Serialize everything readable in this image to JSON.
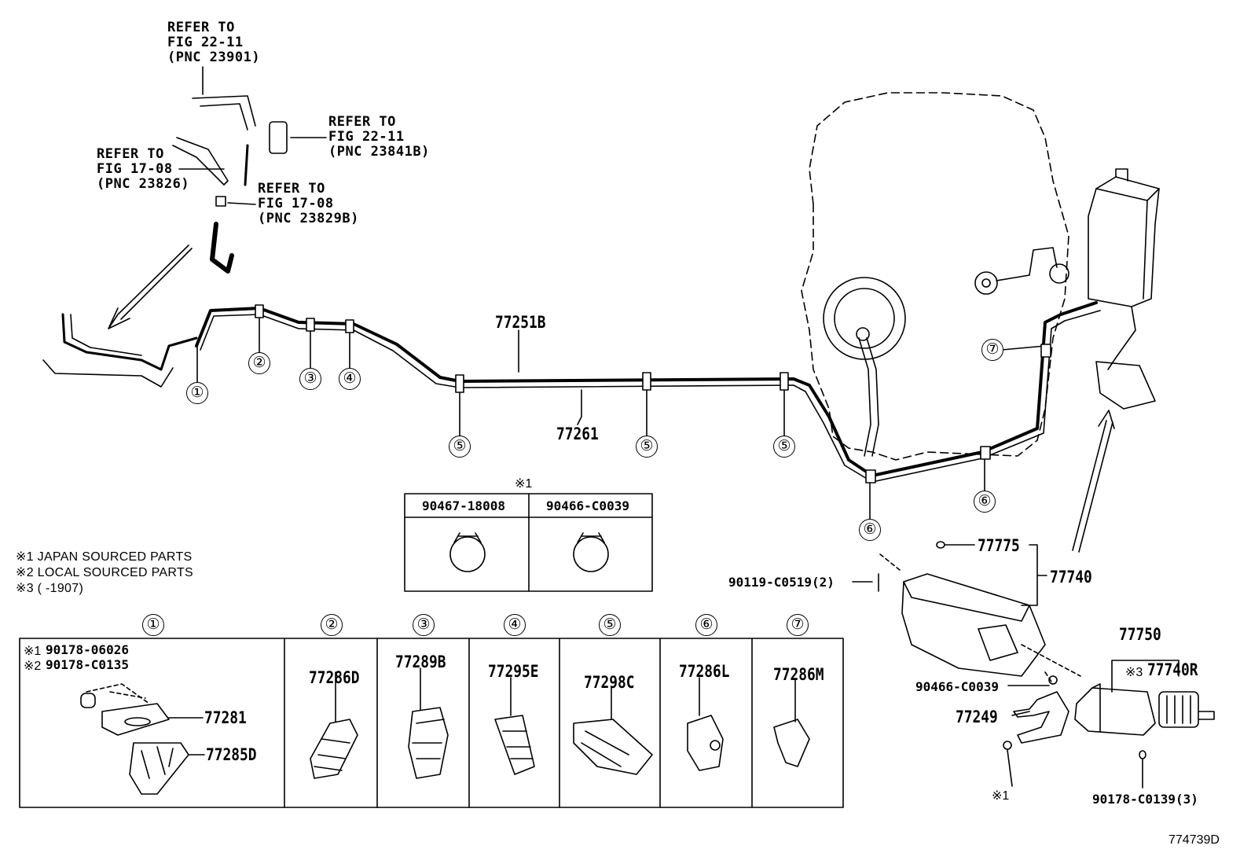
{
  "references": {
    "ref1": "REFER TO\nFIG 22-11\n(PNC 23901)",
    "ref2": "REFER TO\nFIG 22-11\n(PNC 23841B)",
    "ref3": "REFER TO\nFIG 17-08\n(PNC 23826)",
    "ref4": "REFER TO\nFIG 17-08\n(PNC 23829B)"
  },
  "main_parts": {
    "tube_upper": "77251B",
    "tube_lower": "77261",
    "canister_assy": "77740",
    "gasket": "77775",
    "bolt": "90119-C0519(2)",
    "clip_canister": "90466-C0039",
    "hose": "77249",
    "valve_assy": "77750",
    "filter": "77740R",
    "filter_note_mark": "※3",
    "clip_bottom": "90178-C0139(3)",
    "note_mark_bottom": "※1",
    "figure_id": "774739D"
  },
  "notes": [
    "※1  JAPAN SOURCED PARTS",
    "※2  LOCAL SOURCED PARTS",
    "※3  (      -1907)"
  ],
  "clip_table": {
    "mark": "※1",
    "headers": [
      "90467-18008",
      "90466-C0039"
    ]
  },
  "callouts": [
    "①",
    "②",
    "③",
    "④",
    "⑤",
    "⑥",
    "⑦"
  ],
  "detail_table": {
    "headers": [
      "①",
      "②",
      "③",
      "④",
      "⑤",
      "⑥",
      "⑦"
    ],
    "cell1": {
      "line1_mark": "※1",
      "line1": "90178-06026",
      "line2_mark": "※2",
      "line2": "90178-C0135",
      "part_a": "77281",
      "part_b": "77285D"
    },
    "parts": [
      "77286D",
      "77289B",
      "77295E",
      "77298C",
      "77286L",
      "77286M"
    ]
  }
}
